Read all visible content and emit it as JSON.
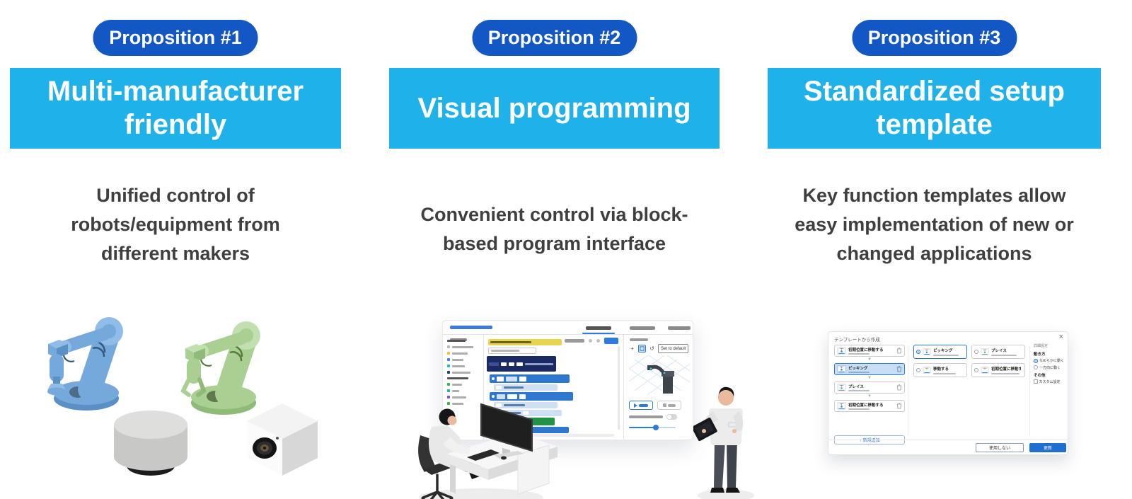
{
  "slide": {
    "columns": [
      {
        "badge": "Proposition #1",
        "title_lines": [
          "Multi-manufacturer",
          "friendly"
        ],
        "description_lines": [
          "Unified control of",
          "robots/equipment from",
          "different makers"
        ],
        "illustration": "robot-arms-turntable-camera"
      },
      {
        "badge": "Proposition #2",
        "title_lines": [
          "Visual programming"
        ],
        "description_lines": [
          "Convenient control via block-",
          "based program interface"
        ],
        "illustration": "engineers-with-block-programming-screen"
      },
      {
        "badge": "Proposition #3",
        "title_lines": [
          "Standardized setup",
          "template"
        ],
        "description_lines": [
          "Key function templates allow",
          "easy implementation of new or",
          "changed applications"
        ],
        "illustration": "template-creation-dialog"
      }
    ],
    "colors": {
      "badge_blue": "#1357C4",
      "banner_cyan": "#1FB1E9",
      "body_text": "#3F3F3F",
      "robot_blue": "#76A9DB",
      "robot_green": "#A9CF92",
      "block_navy": "#1C2A63",
      "block_blue": "#2E77D0",
      "block_green": "#1F9444",
      "block_yellow": "#E9D44F",
      "dialog_accent": "#1F6FD0"
    }
  },
  "programming_screen": {
    "set_to_default_button": "Set to default"
  },
  "template_dialog": {
    "title": "テンプレートから作成",
    "close": "×",
    "steps": [
      {
        "label": "初期位置に移動する",
        "selected": false
      },
      {
        "label": "ピッキング",
        "selected": true
      },
      {
        "label": "プレイス",
        "selected": false
      },
      {
        "label": "初期位置に移動する",
        "selected": false
      }
    ],
    "step_connector": "▼",
    "add_step_button": "+ 新規追加",
    "options": [
      {
        "label": "ピッキング",
        "selected": true
      },
      {
        "label": "プレイス",
        "selected": false
      },
      {
        "label": "移動する",
        "selected": false
      },
      {
        "label": "初期位置に移動する",
        "selected": false
      }
    ],
    "settings": {
      "header": "詳細設定",
      "motion_group_label": "動き方",
      "motion_options": [
        {
          "label": "なめらかに動く",
          "selected": true
        },
        {
          "label": "一方向に動く",
          "selected": false
        }
      ],
      "other_group_label": "その他",
      "custom_setting_checkbox": "カスタム設定"
    },
    "decline_button": "使用しない",
    "update_button": "更新"
  }
}
